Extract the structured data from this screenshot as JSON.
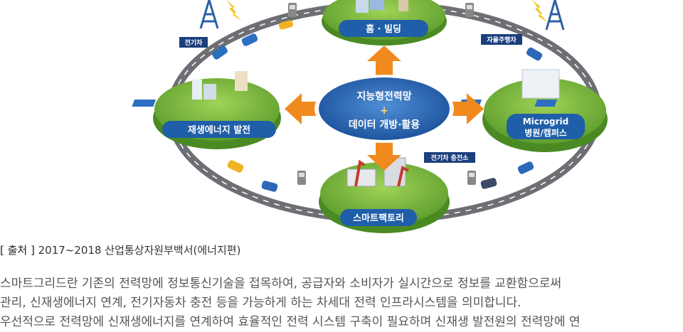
{
  "diagram": {
    "center_line1": "지능형전력망",
    "center_plus": "+",
    "center_line2": "데이터 개방·활용",
    "node_top": "홈 · 빌딩",
    "node_left": "재생에너지 발전",
    "node_right_line1": "Microgrid",
    "node_right_line2": "병원/캠퍼스",
    "node_bottom": "스마트팩토리",
    "tag_ev": "전기차",
    "tag_autonomous": "자율주행차",
    "tag_charging": "전기차 충전소"
  },
  "caption": {
    "source_label": "[ 출처 ]",
    "source_text": " 2017~2018 산업통상자원부백서(에너지편)"
  },
  "paragraph": {
    "line1": "스마트그리드란 기존의 전력망에 정보통신기술을 접목하여, 공급자와 소비자가 실시간으로 정보를 교환함으로써",
    "line2": "관리, 신재생에너지 연계, 전기자동차 충전 등을 가능하게 하는 차세대 전력 인프라시스템을 의미합니다.",
    "line3": "우선적으로 전력망에 신재생에너지를 연계하여 효율적인 전력 시스템 구축이 필요하며 신재생 발전원의 전력망에 연"
  }
}
